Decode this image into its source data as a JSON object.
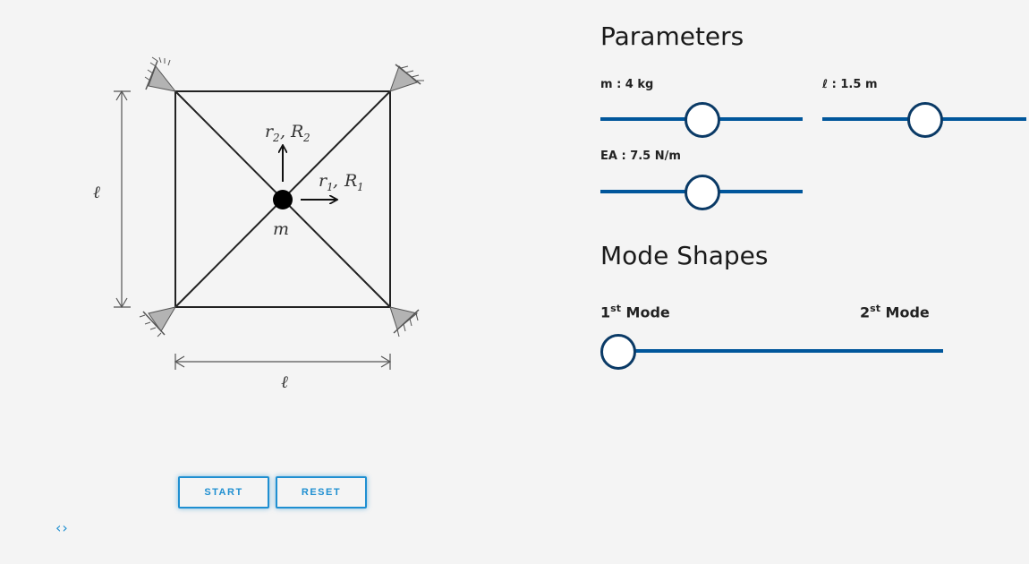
{
  "diagram": {
    "dimension_symbol": "ℓ",
    "mass_label": "m",
    "dof_vertical": {
      "r": "r",
      "r_sub": "2",
      "R": "R",
      "R_sub": "2"
    },
    "dof_horizontal": {
      "r": "r",
      "r_sub": "1",
      "R": "R",
      "R_sub": "1"
    }
  },
  "buttons": {
    "start": "START",
    "reset": "RESET"
  },
  "code_toggle_glyph": "‹›",
  "parameters": {
    "title": "Parameters",
    "sliders": [
      {
        "id": "mass",
        "label": "m : 4 kg",
        "level": 0.5
      },
      {
        "id": "length",
        "label": "ℓ : 1.5 m",
        "level": 0.5
      },
      {
        "id": "stiffness",
        "label": "EA : 7.5 N/m",
        "level": 0.5
      }
    ]
  },
  "mode_shapes": {
    "title": "Mode Shapes",
    "first": {
      "num": "1",
      "sup": "st",
      "word": "Mode"
    },
    "second": {
      "num": "2",
      "sup": "st",
      "word": "Mode"
    },
    "level": 0.0
  },
  "colors": {
    "accent": "#1f8fd1",
    "track": "#00569b",
    "thumb_border": "#0a3a66"
  },
  "icons": {
    "code_toggle": "code-brackets-icon",
    "support": "pin-support-icon"
  }
}
